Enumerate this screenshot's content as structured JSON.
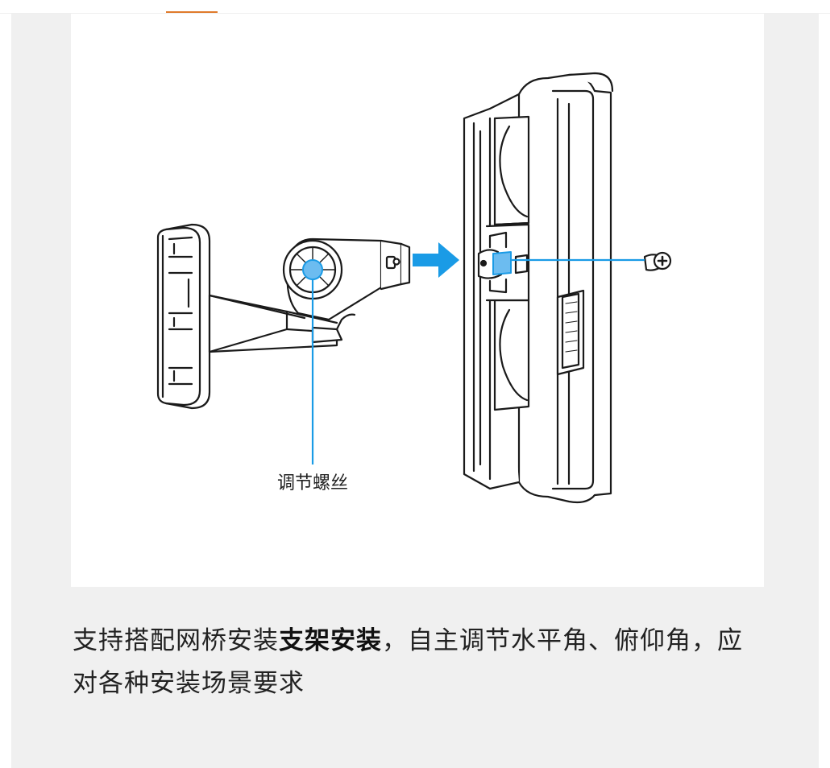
{
  "figure": {
    "callout_label": "调节螺丝"
  },
  "caption": {
    "part1": "支持搭配网桥安装",
    "bold": "支架安装",
    "part2": "，自主调节水平角、俯仰角，应对各种安装场景要求"
  },
  "colors": {
    "accent_orange": "#e07b2c",
    "callout_blue": "#1a9be6",
    "screw_fill": "#6cbcf0"
  }
}
